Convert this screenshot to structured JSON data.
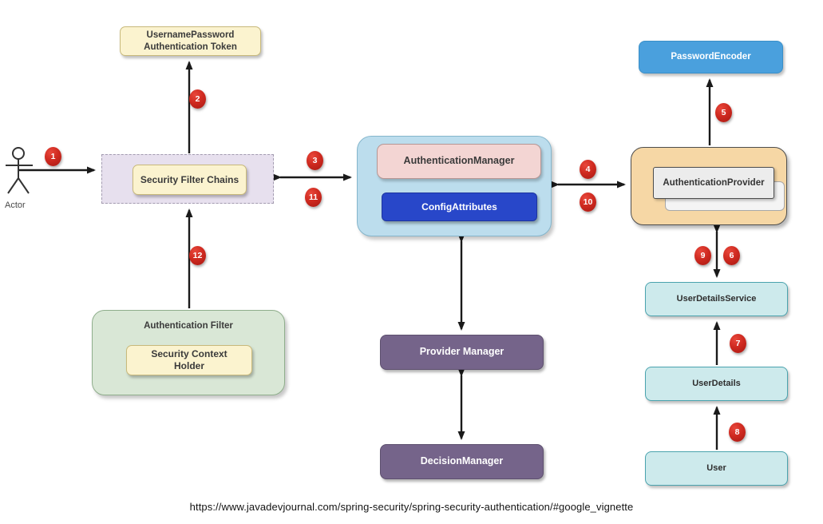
{
  "actor": {
    "label": "Actor"
  },
  "nodes": {
    "username_password_token": {
      "line1": "UsernamePassword",
      "line2": "Authentication Token"
    },
    "security_filter_chains": {
      "label": "Security Filter Chains"
    },
    "authentication_manager": {
      "label": "AuthenticationManager"
    },
    "config_attributes": {
      "label": "ConfigAttributes"
    },
    "password_encoder": {
      "label": "PasswordEncoder"
    },
    "authentication_provider": {
      "label": "AuthenticationProvider"
    },
    "user_details_service": {
      "label": "UserDetailsService"
    },
    "user_details": {
      "label": "UserDetails"
    },
    "user": {
      "label": "User"
    },
    "authentication_filter": {
      "label": "Authentication Filter"
    },
    "security_context_holder": {
      "line1": "Security Context",
      "line2": "Holder"
    },
    "provider_manager": {
      "label": "Provider Manager"
    },
    "decision_manager": {
      "label": "DecisionManager"
    }
  },
  "steps": [
    "1",
    "2",
    "3",
    "4",
    "5",
    "6",
    "7",
    "8",
    "9",
    "10",
    "11",
    "12"
  ],
  "footer": {
    "source_url": "https://www.javadevjournal.com/spring-security/spring-security-authentication/#google_vignette"
  },
  "colors": {
    "text_dark": "#3a3a3a",
    "yellow_fill": "#fbf3cf",
    "yellow_border": "#c8b97b",
    "lavender_fill": "#e7e0ee",
    "lavender_border": "#a39bb0",
    "lightblue_fill": "#bcdded",
    "lightblue_border": "#85b6cc",
    "pink_fill": "#f3d5d3",
    "pink_border": "#b69694",
    "royalblue_fill": "#2847c9",
    "royalblue_border": "#1d35a0",
    "skyblue_fill": "#4aa0dd",
    "skyblue_border": "#3a8fc8",
    "orange_fill": "#f6d7a5",
    "orange_border": "#4d4d4d",
    "gray_fill": "#ececec",
    "gray_border": "#4d4d4d",
    "cyan_fill": "#cdeaec",
    "cyan_border": "#4aa3ae",
    "purple_fill": "#75648a",
    "purple_border": "#5d4f6e",
    "green_fill": "#d9e7d6",
    "green_border": "#8fae8c",
    "badge_red": "#c3231b",
    "arrow": "#1a1a1a"
  }
}
